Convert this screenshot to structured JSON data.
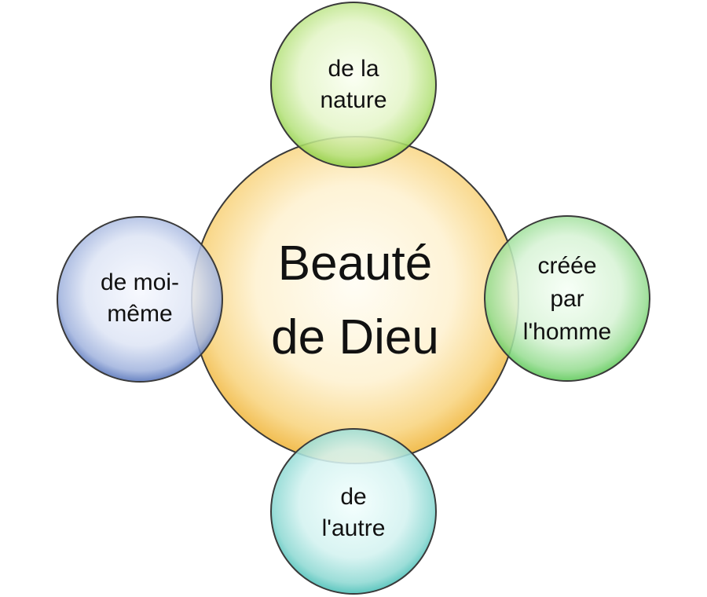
{
  "diagram": {
    "center": {
      "lines": [
        "Beauté",
        "de Dieu"
      ],
      "color": "#F3C35C"
    },
    "satellites": {
      "top": {
        "lines": [
          "de la",
          "nature"
        ],
        "color": "#8ED246"
      },
      "right": {
        "lines": [
          "créée",
          "par",
          "l'homme"
        ],
        "color": "#5CCB5A"
      },
      "bottom": {
        "lines": [
          "de",
          "l'autre"
        ],
        "color": "#45BDB6"
      },
      "left": {
        "lines": [
          "de moi-",
          "même"
        ],
        "color": "#4E70B8"
      }
    }
  }
}
